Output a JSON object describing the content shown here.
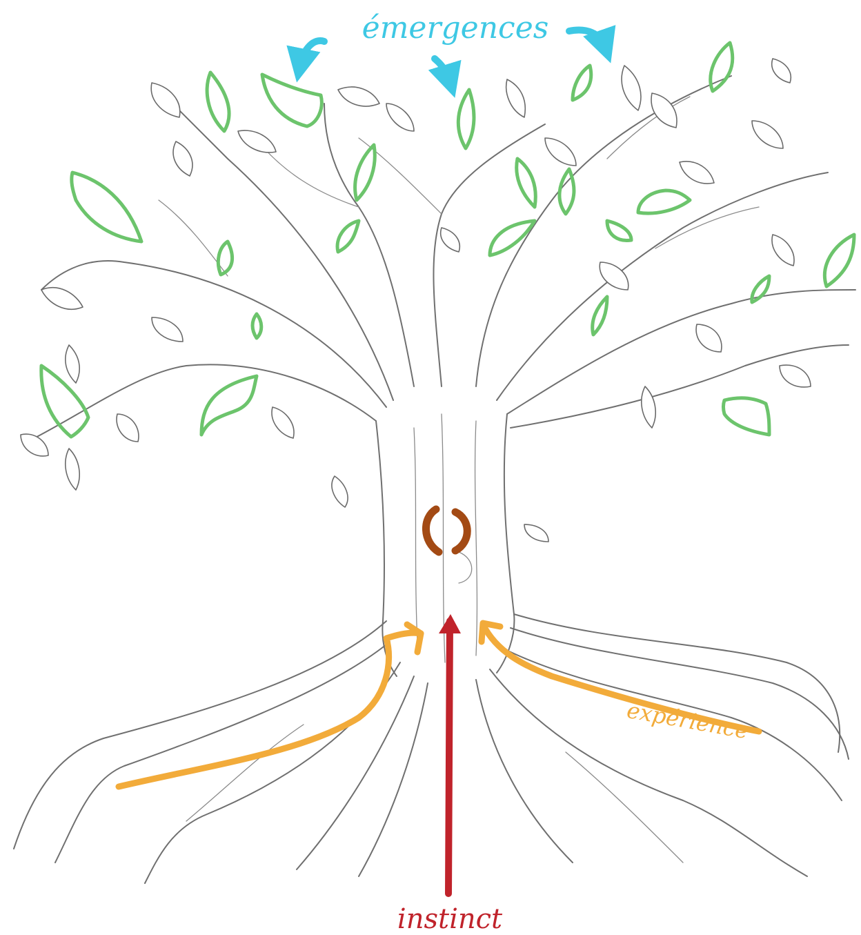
{
  "labels": {
    "emergences": "émergences",
    "experience": "expérience",
    "instinct": "instinct"
  },
  "colors": {
    "emergences": "#3ec8e4",
    "leaves_highlight": "#6cc46c",
    "experience": "#f2ab3a",
    "instinct": "#c0232b",
    "cycle_symbol": "#a34a14",
    "sketch": "#6f6f6f"
  },
  "icons": {
    "cycle": "circular-arrows-icon"
  }
}
